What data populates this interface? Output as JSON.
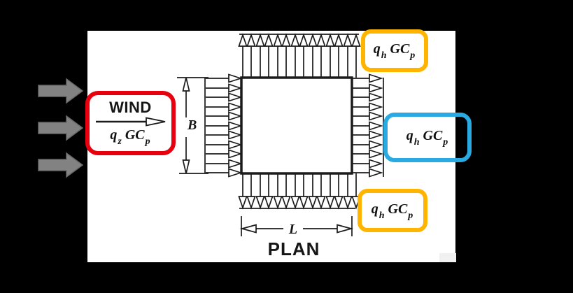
{
  "colors": {
    "background": "#000000",
    "panel": "#ffffff",
    "red_callout": "#e8000f",
    "orange_callout": "#ffb400",
    "blue_callout": "#29abe2",
    "gray_flow_arrow": "#828282",
    "diagram_line": "#1b1b1b"
  },
  "wind_box": {
    "title": "WIND",
    "formula": {
      "base1": "q",
      "sub1": "z",
      "base2": "GC",
      "sub2": "p"
    }
  },
  "side_pressure_formula": {
    "base1": "q",
    "sub1": "h",
    "base2": "GC",
    "sub2": "p"
  },
  "dimension_labels": {
    "breadth": "B",
    "length": "L"
  },
  "caption": "PLAN"
}
